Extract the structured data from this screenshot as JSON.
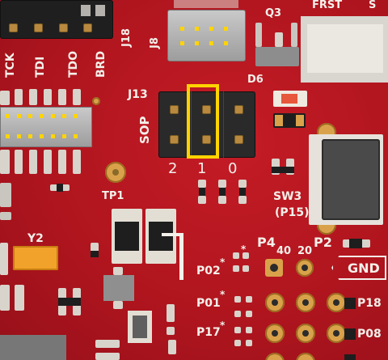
{
  "labels": {
    "frst": "FRST",
    "s": "S",
    "q3": "Q3",
    "j8": "J8",
    "j18": "J18",
    "tck": "TCK",
    "tdi": "TDI",
    "tdo": "TDO",
    "brd": "BRD",
    "d6": "D6",
    "j13": "J13",
    "sop": "SOP",
    "sop_pin2": "2",
    "sop_pin1": "1",
    "sop_pin0": "0",
    "tp1": "TP1",
    "sw3": "SW3",
    "sw3_sub": "(P15)",
    "y2": "Y2",
    "p4": "P4",
    "p2": "P2",
    "n40": "40",
    "n20": "20",
    "gnd": "GND",
    "p02": "P02",
    "p01": "P01",
    "p17": "P17",
    "p18": "P18",
    "p08": "P08",
    "star": "*"
  },
  "colors": {
    "board": "#b0151e",
    "silkscreen": "#f4f0ea",
    "highlight": "#ffd400",
    "gold": "#d9a24a",
    "black_header": "#2a2a2a"
  }
}
